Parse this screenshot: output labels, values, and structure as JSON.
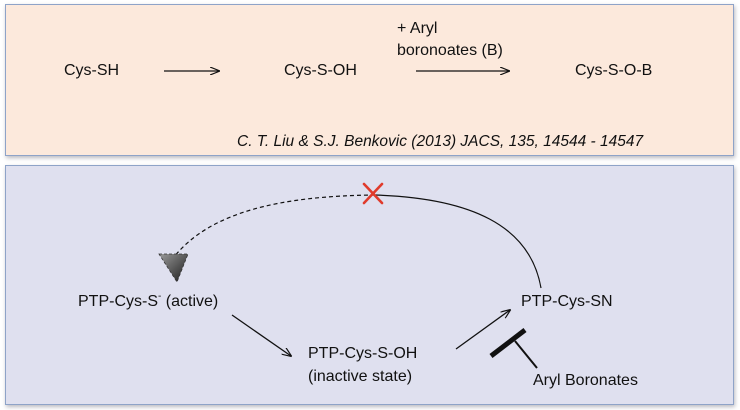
{
  "reaction": {
    "reactant": "Cys-SH",
    "intermediate": "Cys-S-OH",
    "reagent_line1": "+ Aryl",
    "reagent_line2": "boronoates (B)",
    "product": "Cys-S-O-B"
  },
  "citation": "C. T. Liu & S.J. Benkovic (2013) JACS, 135, 14544 - 14547",
  "cycle": {
    "active_text": "PTP-Cys-S",
    "active_charge": "-",
    "active_state": " (active)",
    "inactive_line1": "PTP-Cys-S-OH",
    "inactive_line2": "(inactive state)",
    "sn_text": "PTP-Cys-SN",
    "inhibitor": "Aryl Boronates"
  },
  "colors": {
    "top_panel_fill": "#fce9dc",
    "bottom_panel_fill": "#dfe0ef",
    "panel_border": "#8ea3c8",
    "blocked_mark": "#e03b2c",
    "text": "#111111"
  }
}
